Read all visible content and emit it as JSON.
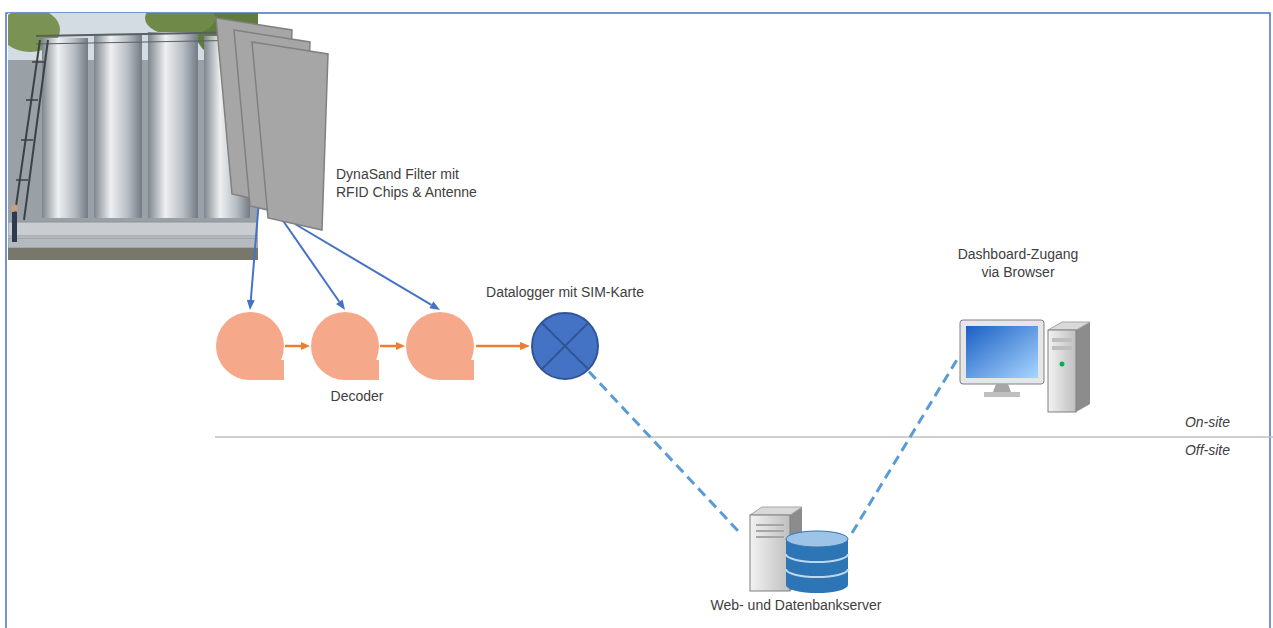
{
  "diagram": {
    "nodes": [
      {
        "text": [
          "DynaSand Filter mit RFID Chips & Antenne"
        ]
      },
      {
        "text": [
          "Decoder"
        ]
      },
      {
        "text": [
          "Datalogger mit SIM-Karte"
        ]
      },
      {
        "text": [
          "Web- und Datenbankserver"
        ]
      },
      {
        "text": [
          "Dashboard-Zugang via Browser"
        ]
      }
    ],
    "edges": [
      {
        "from": 0,
        "to": 1,
        "arrow": "to"
      },
      {
        "from": 1,
        "to": 2,
        "arrow": "to"
      },
      {
        "from": 2,
        "to": 3,
        "arrow": "none"
      },
      {
        "from": 3,
        "to": 4,
        "arrow": "none"
      }
    ],
    "labels": [
      "On-site",
      "Off-site"
    ]
  }
}
